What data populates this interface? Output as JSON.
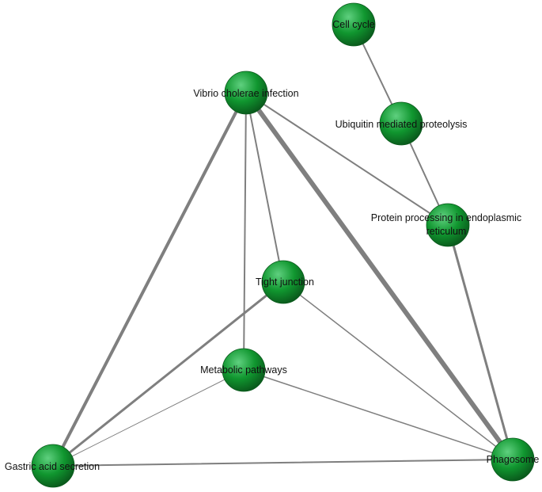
{
  "colors": {
    "node_light": "#5fd07f",
    "node_mid": "#10962f",
    "node_dark": "#0a5a1c",
    "edge": "#7f7f7f",
    "background": "#ffffff"
  },
  "nodes": [
    {
      "id": "cell_cycle",
      "label": "Cell cycle"
    },
    {
      "id": "vibrio",
      "label": "Vibrio cholerae infection"
    },
    {
      "id": "ubiquitin",
      "label": "Ubiquitin mediated proteolysis"
    },
    {
      "id": "protein_processing",
      "label": "Protein processing in endoplasmic reticulum"
    },
    {
      "id": "tight_junction",
      "label": "Tight junction"
    },
    {
      "id": "metabolic",
      "label": "Metabolic pathways"
    },
    {
      "id": "gastric",
      "label": "Gastric acid secretion"
    },
    {
      "id": "phagosome",
      "label": "Phagosome"
    }
  ],
  "edges": [
    {
      "source": "cell_cycle",
      "target": "ubiquitin",
      "weight": 2
    },
    {
      "source": "ubiquitin",
      "target": "protein_processing",
      "weight": 2
    },
    {
      "source": "protein_processing",
      "target": "phagosome",
      "weight": 3
    },
    {
      "source": "vibrio",
      "target": "protein_processing",
      "weight": 2
    },
    {
      "source": "vibrio",
      "target": "phagosome",
      "weight": 6
    },
    {
      "source": "vibrio",
      "target": "gastric",
      "weight": 4
    },
    {
      "source": "vibrio",
      "target": "tight_junction",
      "weight": 2
    },
    {
      "source": "vibrio",
      "target": "metabolic",
      "weight": 2
    },
    {
      "source": "tight_junction",
      "target": "gastric",
      "weight": 3
    },
    {
      "source": "tight_junction",
      "target": "phagosome",
      "weight": 1.5
    },
    {
      "source": "metabolic",
      "target": "gastric",
      "weight": 1
    },
    {
      "source": "metabolic",
      "target": "phagosome",
      "weight": 1.5
    },
    {
      "source": "gastric",
      "target": "phagosome",
      "weight": 2
    }
  ]
}
